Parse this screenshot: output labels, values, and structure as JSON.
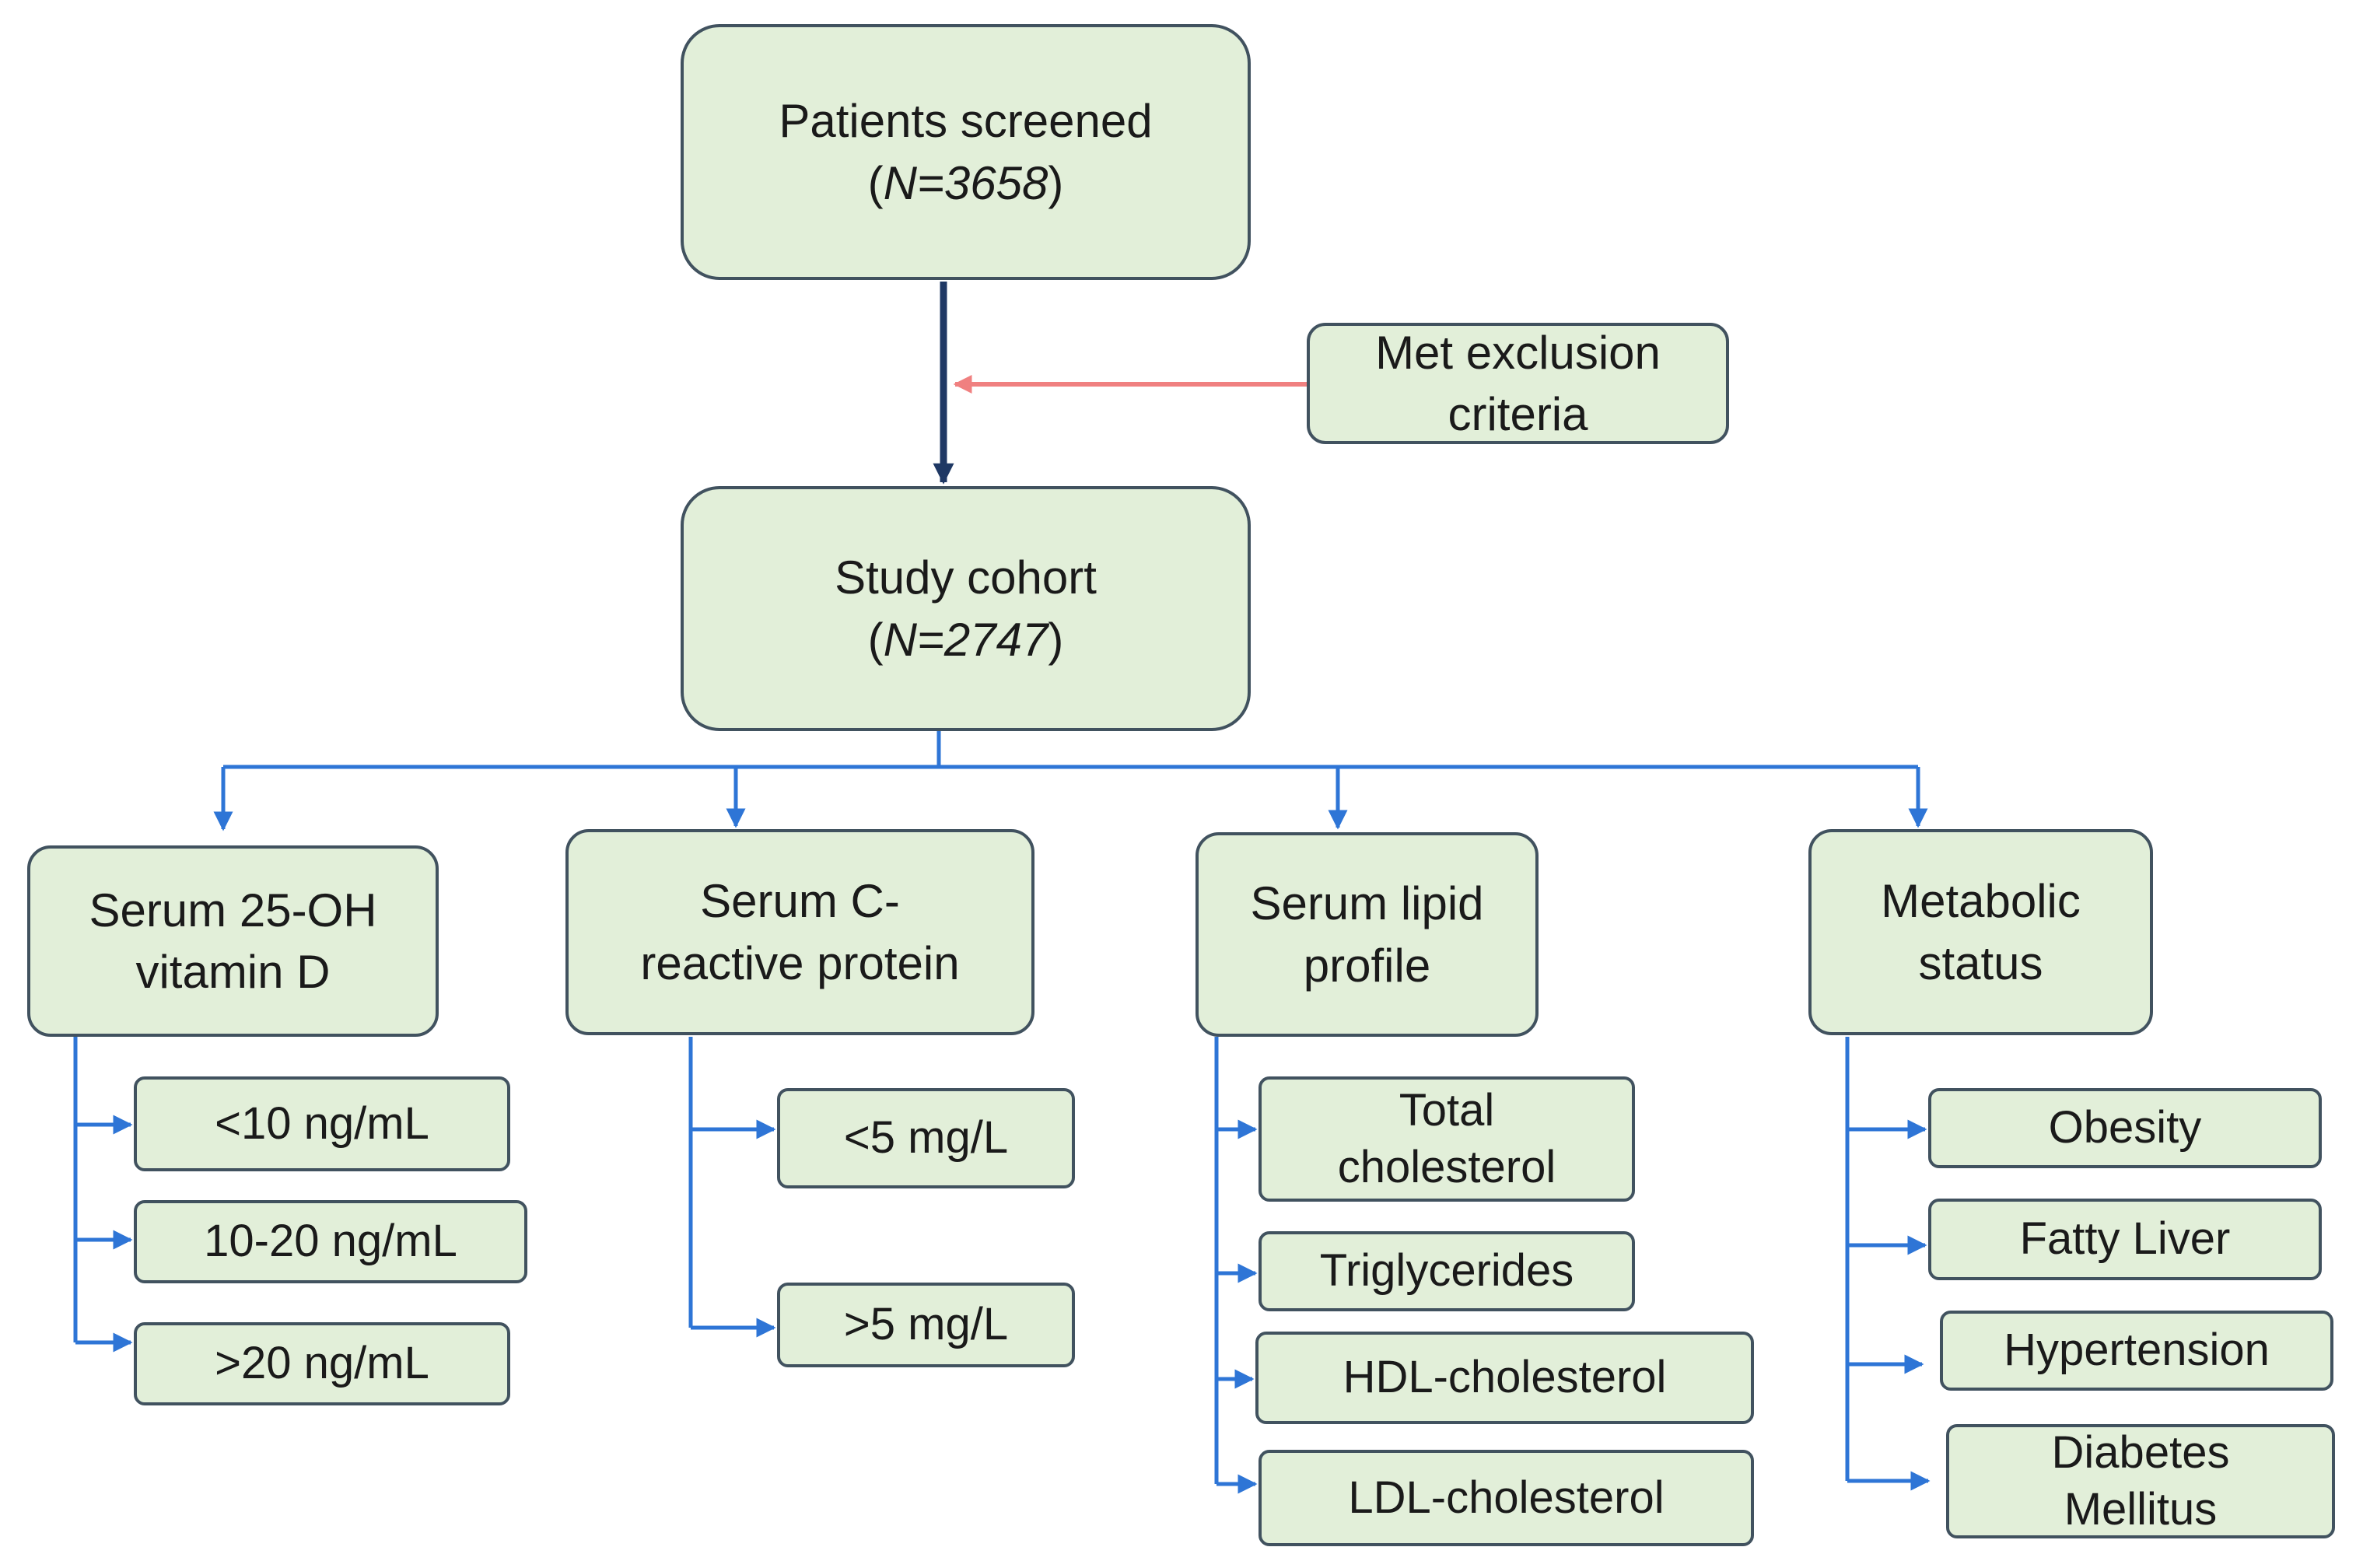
{
  "screened": {
    "label": "Patients screened",
    "n_open": "(",
    "n_value": "N=3658",
    "n_close": ")"
  },
  "exclusion": {
    "line1": "Met exclusion",
    "line2": "criteria"
  },
  "cohort": {
    "label": "Study cohort",
    "n_open": "(",
    "n_value": "N=2747",
    "n_close": ")"
  },
  "categories": [
    {
      "line1": "Serum 25-OH",
      "line2": "vitamin D",
      "items": [
        "<10 ng/mL",
        "10-20 ng/mL",
        ">20 ng/mL"
      ]
    },
    {
      "line1": "Serum C-",
      "line2": "reactive protein",
      "items": [
        "<5 mg/L",
        ">5 mg/L"
      ]
    },
    {
      "line1": "Serum lipid",
      "line2": "profile",
      "items": [
        {
          "line1": "Total",
          "line2": "cholesterol"
        },
        "Triglycerides",
        "HDL-cholesterol",
        "LDL-cholesterol"
      ]
    },
    {
      "line1": "Metabolic",
      "line2": "status",
      "items": [
        "Obesity",
        "Fatty Liver",
        "Hypertension",
        {
          "line1": "Diabetes",
          "line2": "Mellitus"
        }
      ]
    }
  ],
  "colors": {
    "box_fill": "#e2efd9",
    "box_border": "#41525f",
    "main_flow": "#1f3864",
    "branch": "#2e75d6",
    "exclusion_arrow": "#f08080"
  }
}
